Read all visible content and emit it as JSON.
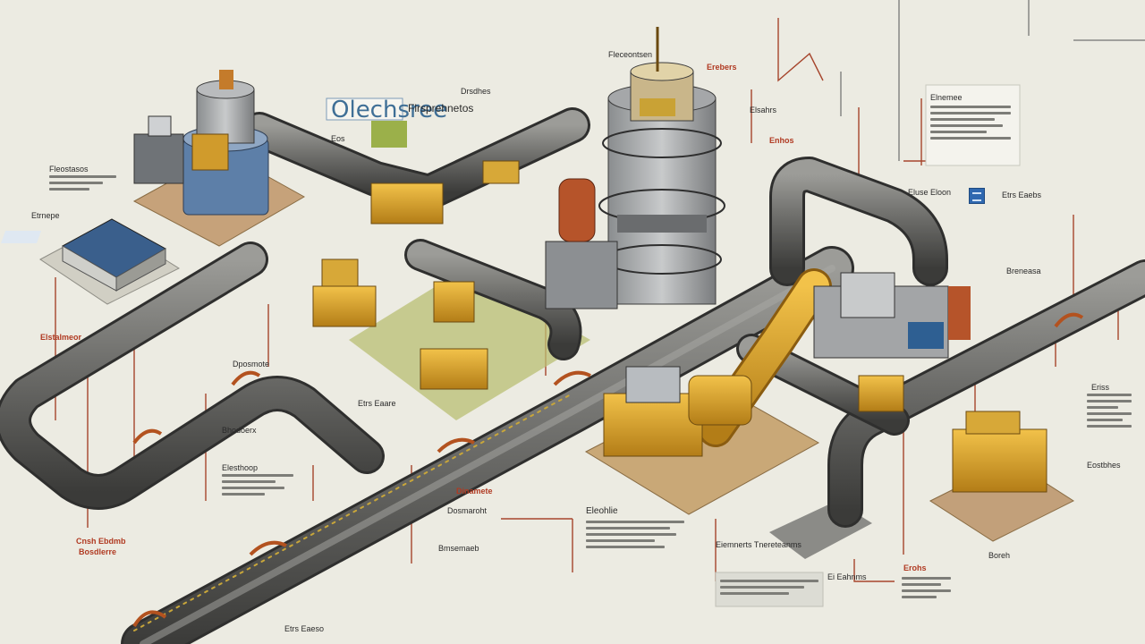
{
  "diagram": {
    "heading_left": "Olechsree",
    "heading_right": "Flrsprehnetos",
    "labels": [
      "Fleostasos",
      "Elstalmeor",
      "Dposmote",
      "Etrs Eaare",
      "Bhodoerx",
      "Elesthoop",
      "Dinamete",
      "Dosmaroht",
      "Bmsemaeb",
      "Eleohlie",
      "Cnsh Ebdmb",
      "Bosdlerre",
      "Etrs Eaeso",
      "Drsdhes",
      "Fleceontsen",
      "Erebers",
      "Elsahrs",
      "Enhos",
      "Elnemee",
      "Etrs Eaebs",
      "Breneasa",
      "Eriss",
      "Boreh",
      "Erohs",
      "Ei Eahnms",
      "Eiemnerts Tnereteanms",
      "Eluse Eloon",
      "Etrnepe",
      "Eostbhes",
      "Eos"
    ]
  }
}
